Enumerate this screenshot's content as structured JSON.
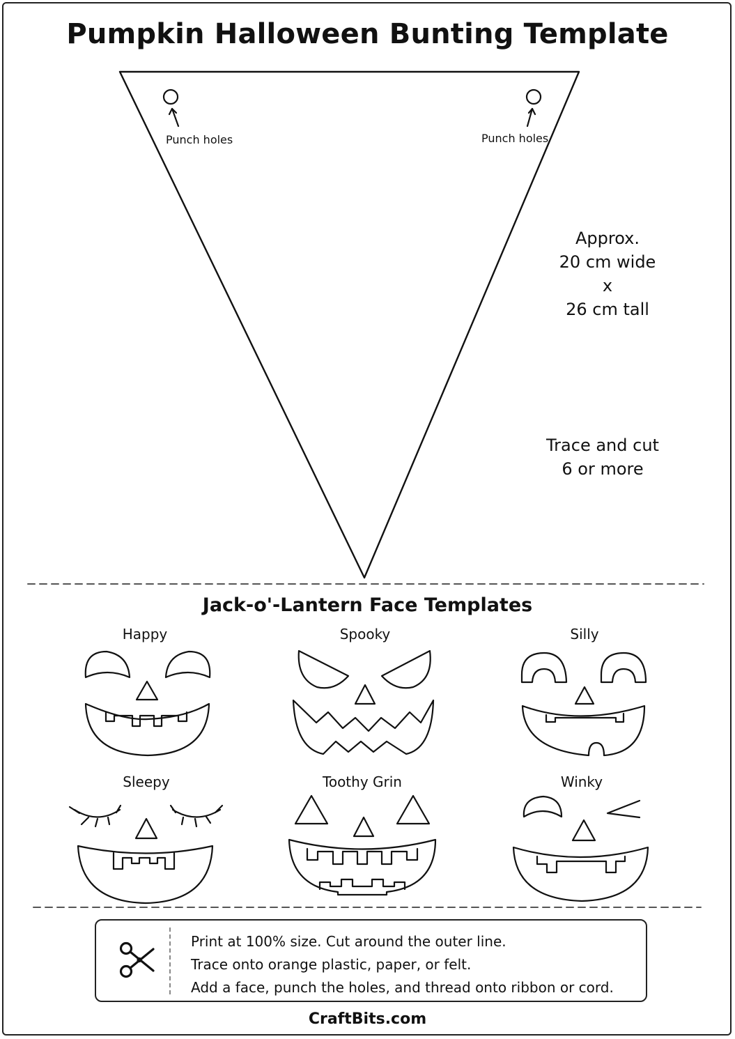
{
  "title": "Pumpkin Halloween Bunting Template",
  "pennant": {
    "punch_label_left": "Punch holes",
    "punch_label_right": "Punch holes"
  },
  "size_note": {
    "line1": "Approx.",
    "line2": "20 cm wide",
    "line3": "x",
    "line4": "26 cm tall"
  },
  "cut_note": {
    "line1": "Trace and cut",
    "line2": "6 or more"
  },
  "faces_section": {
    "title": "Jack-o'-Lantern Face Templates",
    "faces": [
      {
        "label": "Happy"
      },
      {
        "label": "Spooky"
      },
      {
        "label": "Silly"
      },
      {
        "label": "Sleepy"
      },
      {
        "label": "Toothy Grin"
      },
      {
        "label": "Winky"
      }
    ]
  },
  "instructions": {
    "icon": "scissors-icon",
    "lines": [
      "Print at 100% size. Cut around the outer line.",
      "Trace onto orange plastic, paper, or felt.",
      "Add a face, punch the holes, and thread onto ribbon or cord."
    ]
  },
  "footer": "CraftBits.com"
}
